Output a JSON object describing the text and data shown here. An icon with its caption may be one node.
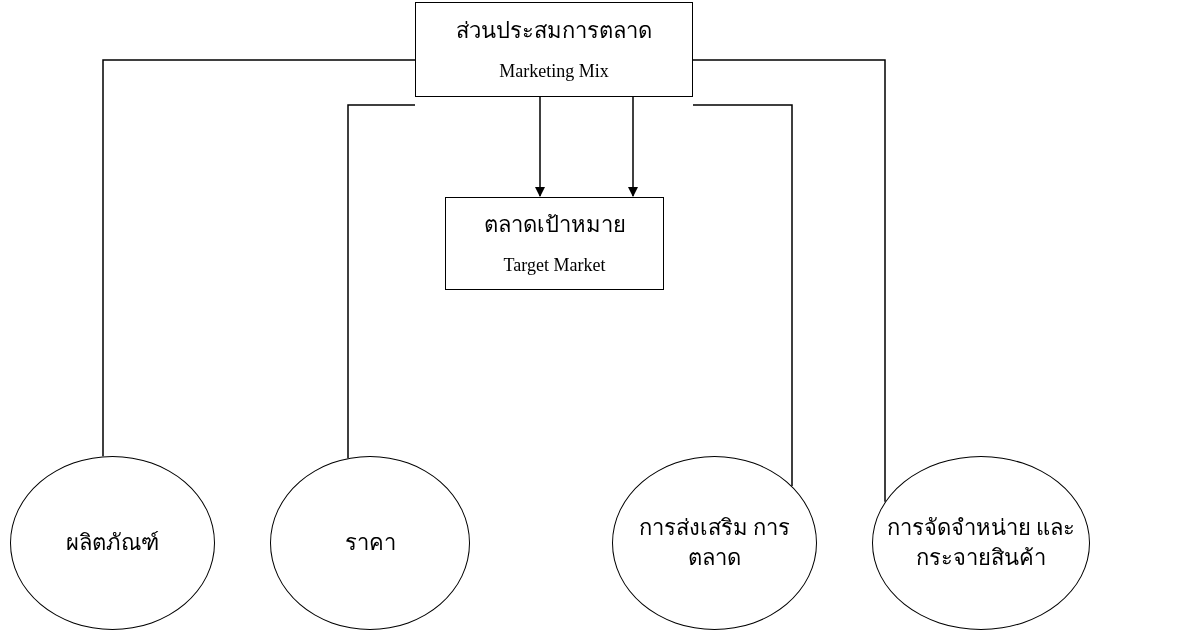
{
  "diagram": {
    "nodes": [
      {
        "text": [
          "ส่วนประสมการตลาด",
          "Marketing Mix"
        ]
      },
      {
        "text": [
          "ตลาดเป้าหมาย",
          "Target Market"
        ]
      },
      {
        "text": [
          "ผลิตภัณฑ์"
        ]
      },
      {
        "text": [
          "ราคา"
        ]
      },
      {
        "text": [
          "การส่งเสริม การตลาด"
        ]
      },
      {
        "text": [
          "การจัดจำหน่าย และกระจายสินค้า"
        ]
      }
    ],
    "edges": [
      {
        "from": 0,
        "to": 1,
        "arrow": "to"
      },
      {
        "from": 0,
        "to": 1,
        "arrow": "to"
      },
      {
        "from": 0,
        "to": 2,
        "arrow": "none"
      },
      {
        "from": 0,
        "to": 3,
        "arrow": "none"
      },
      {
        "from": 0,
        "to": 4,
        "arrow": "none"
      },
      {
        "from": 0,
        "to": 5,
        "arrow": "none"
      }
    ]
  }
}
